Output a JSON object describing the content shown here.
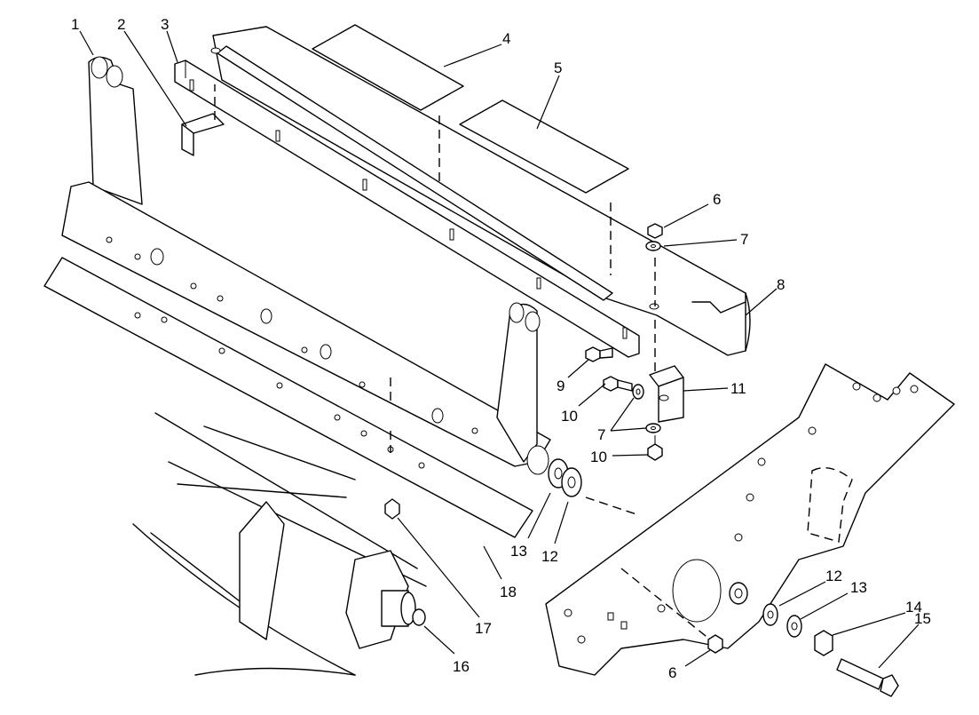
{
  "callouts": [
    {
      "id": "c1",
      "text": "1"
    },
    {
      "id": "c2",
      "text": "2"
    },
    {
      "id": "c3",
      "text": "3"
    },
    {
      "id": "c4",
      "text": "4"
    },
    {
      "id": "c5",
      "text": "5"
    },
    {
      "id": "c6a",
      "text": "6"
    },
    {
      "id": "c7a",
      "text": "7"
    },
    {
      "id": "c8",
      "text": "8"
    },
    {
      "id": "c9",
      "text": "9"
    },
    {
      "id": "c10a",
      "text": "10"
    },
    {
      "id": "c11",
      "text": "11"
    },
    {
      "id": "c7b",
      "text": "7"
    },
    {
      "id": "c10b",
      "text": "10"
    },
    {
      "id": "c13a",
      "text": "13"
    },
    {
      "id": "c12a",
      "text": "12"
    },
    {
      "id": "c18",
      "text": "18"
    },
    {
      "id": "c17",
      "text": "17"
    },
    {
      "id": "c16",
      "text": "16"
    },
    {
      "id": "c12b",
      "text": "12"
    },
    {
      "id": "c13b",
      "text": "13"
    },
    {
      "id": "c14",
      "text": "14"
    },
    {
      "id": "c15",
      "text": "15"
    },
    {
      "id": "c6b",
      "text": "6"
    }
  ]
}
